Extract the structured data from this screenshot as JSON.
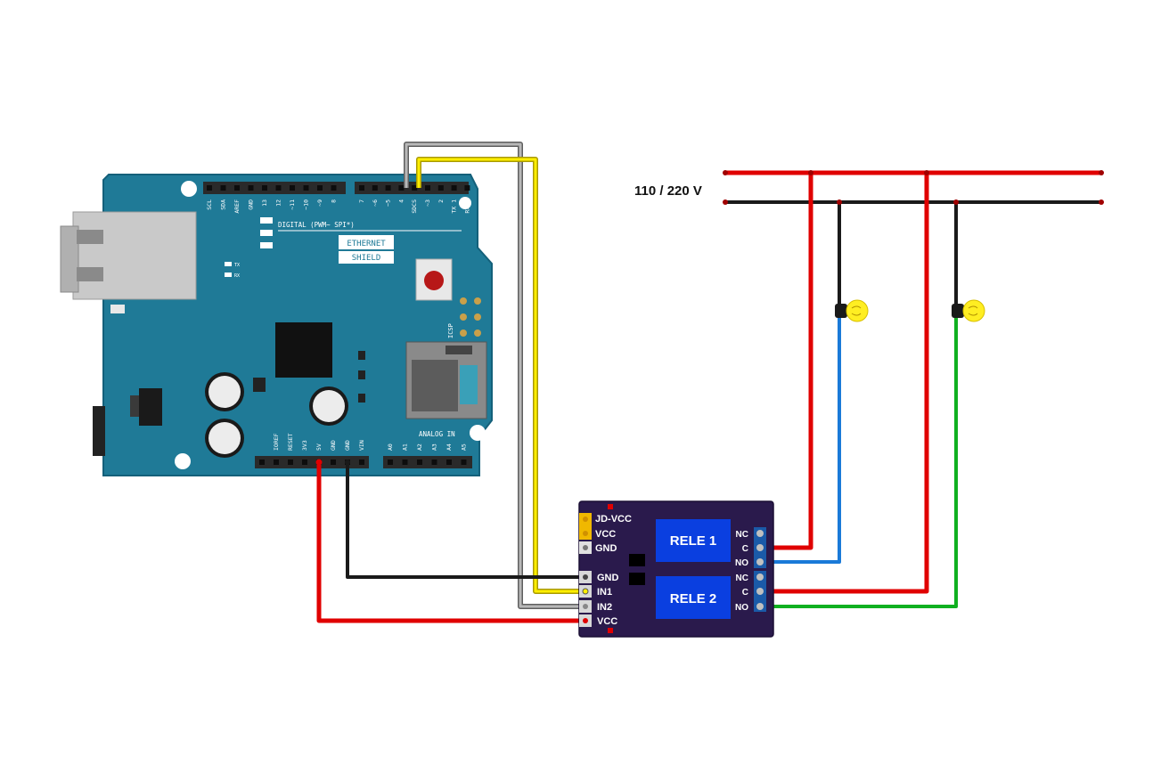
{
  "supply": {
    "label": "110 / 220 V"
  },
  "shield": {
    "badge_line1": "ETHERNET",
    "badge_line2": "SHIELD",
    "digital_label": "DIGITAL (PWM~ SPI*)",
    "analog_label": "ANALOG IN",
    "icsp_label": "ICSP",
    "top_pins": [
      "SCL",
      "SDA",
      "AREF",
      "GND",
      "13",
      "12",
      "~11",
      "~10",
      "~9",
      "8",
      "7",
      "~6",
      "~5",
      "4",
      "SDCS",
      "~3",
      "2",
      "TX 1",
      "RX 0"
    ],
    "bottom_pins": [
      "IOREF",
      "RESET",
      "3V3",
      "5V",
      "GND",
      "GND",
      "VIN",
      "A0",
      "A1",
      "A2",
      "A3",
      "A4",
      "A5"
    ],
    "led_labels": [
      "TX",
      "RX"
    ]
  },
  "relay_module": {
    "jumper_pins": [
      "JD-VCC",
      "VCC",
      "GND"
    ],
    "input_pins": [
      "GND",
      "IN1",
      "IN2",
      "VCC"
    ],
    "relays": [
      {
        "label": "RELE 1",
        "terminals": [
          "NC",
          "C",
          "NO"
        ]
      },
      {
        "label": "RELE 2",
        "terminals": [
          "NC",
          "C",
          "NO"
        ]
      }
    ]
  },
  "colors": {
    "board": "#1f7a97",
    "board_dark": "#14607a",
    "relay_board": "#2a1a4c",
    "relay_box": "#0a3fe0",
    "wire_red": "#e00000",
    "wire_black": "#1a1a1a",
    "wire_yellow": "#ffee00",
    "wire_gray": "#8f8f8f",
    "wire_blue": "#1a7ad8",
    "wire_green": "#10b020",
    "bulb": "#ffee22"
  }
}
